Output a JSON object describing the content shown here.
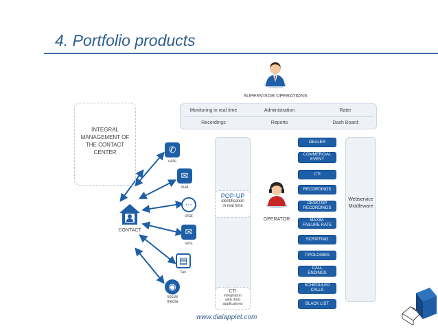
{
  "slide": {
    "title": "4. Portfolio products",
    "footer_url": "www.dialapplet.com"
  },
  "supervisor": {
    "label": "SUPERVISOR OPERATIONS",
    "row1": [
      "Monitoring in real time",
      "Administration",
      "Rater"
    ],
    "row2": [
      "Recordings",
      "Reports",
      "Dash Board"
    ]
  },
  "integral_box": {
    "text": "INTEGRAL\nMANAGEMENT OF\nTHE CONTACT\nCENTER"
  },
  "contact": {
    "label": "CONTACT"
  },
  "channels": [
    {
      "label": "calls",
      "icon": "phone-icon"
    },
    {
      "label": "mail",
      "icon": "envelope-icon"
    },
    {
      "label": "chat",
      "icon": "chat-icon"
    },
    {
      "label": "sms",
      "icon": "sms-icon"
    },
    {
      "label": "fax",
      "icon": "fax-icon"
    },
    {
      "label": "social\nmedia",
      "icon": "globe-icon"
    }
  ],
  "popup": {
    "title": "POP-UP",
    "text": "identification\nin real time"
  },
  "cti_box": {
    "title": "CTI",
    "text": "integration\nwith third\napplications"
  },
  "operator": {
    "label": "OPERATOR"
  },
  "modules": [
    "DEALER",
    "COMMERCIAL\nEVENT",
    "CTI",
    "RECORDINGS",
    "DESKTOP\nRECORDINGS",
    "MAXIM.\nFAILURE RATE",
    "SCRIPTING",
    "TIPOLOGIES",
    "CALL\nENDINGS",
    "SCHEDULED\nCALLS",
    "BLACK LIST"
  ],
  "webservice": {
    "line1": "Webservice",
    "line2": "Middleware"
  },
  "colors": {
    "accent": "#1d5ea7",
    "title": "#2e5e8e",
    "panel": "#eef2f7"
  }
}
